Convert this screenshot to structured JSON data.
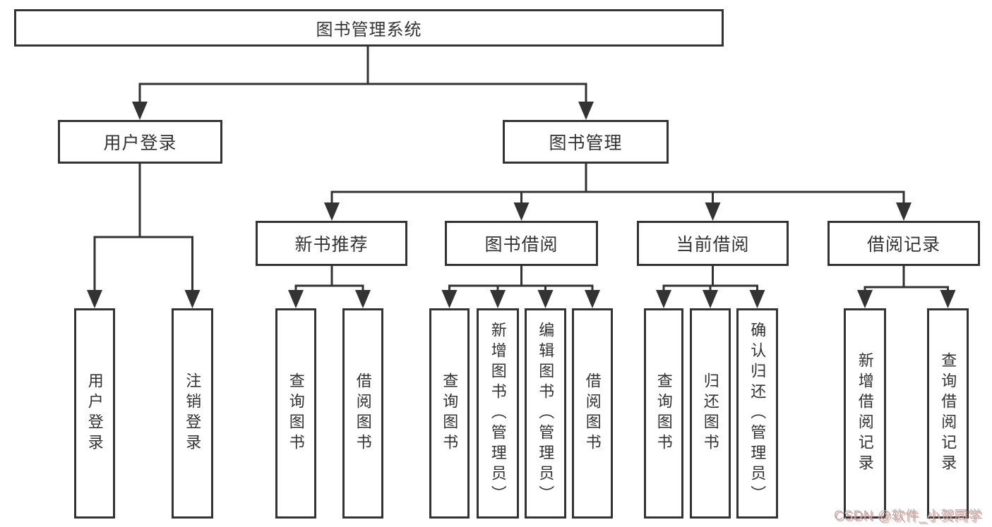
{
  "tree": {
    "root": {
      "label": "图书管理系统",
      "children": [
        {
          "label": "用户登录",
          "children": [
            {
              "label": "用户登录"
            },
            {
              "label": "注销登录"
            }
          ]
        },
        {
          "label": "图书管理",
          "children": [
            {
              "label": "新书推荐",
              "children": [
                {
                  "label": "查询图书"
                },
                {
                  "label": "借阅图书"
                }
              ]
            },
            {
              "label": "图书借阅",
              "children": [
                {
                  "label": "查询图书"
                },
                {
                  "label": "新增图书（管理员）"
                },
                {
                  "label": "编辑图书（管理员）"
                },
                {
                  "label": "借阅图书"
                }
              ]
            },
            {
              "label": "当前借阅",
              "children": [
                {
                  "label": "查询图书"
                },
                {
                  "label": "归还图书"
                },
                {
                  "label": "确认归还（管理员）"
                }
              ]
            },
            {
              "label": "借阅记录",
              "children": [
                {
                  "label": "新增借阅记录"
                },
                {
                  "label": "查询借阅记录"
                }
              ]
            }
          ]
        }
      ]
    }
  },
  "watermark": {
    "text": "CSDN @软件_小贺同学"
  },
  "colors": {
    "line": "#333333",
    "text": "#333333",
    "box_bg": "#ffffff",
    "watermark": "#b4b4b4",
    "watermark_accent": "rgba(230,87,77,0.55)"
  }
}
